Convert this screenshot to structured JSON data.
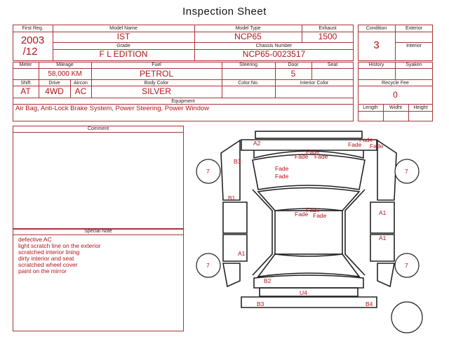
{
  "title": "Inspection Sheet",
  "labels": {
    "first_reg": "First Reg.",
    "model_name": "Model Name",
    "model_type": "Model Type",
    "exhaust": "Exhaust",
    "condition": "Condition",
    "exterior": "Exterior",
    "grade": "Grade",
    "chassis_number": "Chassis Number",
    "interior": "Interior",
    "meter": "Meter",
    "mileage": "Mileage",
    "fuel": "Fuel",
    "steering": "Steering",
    "door": "Door",
    "seat": "Seat",
    "history": "History",
    "syaken": "Syaken",
    "shift": "Shift",
    "drive": "Drive",
    "aircon": "Aircon",
    "body_color": "Body Color",
    "color_no": "Color No.",
    "interior_color": "Interior Color",
    "recycle_fee": "Recycle Fee",
    "equipment": "Equipment",
    "length": "Length",
    "width": "Widht",
    "height": "Height",
    "comment": "Comment",
    "special_note": "Special Note"
  },
  "values": {
    "first_reg_year": "2003",
    "first_reg_month": "/12",
    "model_name": "IST",
    "model_type": "NCP65",
    "exhaust": "1500",
    "condition": "3",
    "grade": "F L EDITION",
    "chassis_number": "NCP65-0023517",
    "mileage": "58,000 KM",
    "fuel": "PETROL",
    "door": "5",
    "shift": "AT",
    "drive": "4WD",
    "aircon": "AC",
    "body_color": "SILVER",
    "recycle_fee": "0",
    "equipment": "Air Bag, Anti-Lock Brake System, Power Steering, Power Window"
  },
  "special_notes": [
    "defective AC",
    "light scratch line on the exterior",
    "scratched interior lining",
    "dirty interior and seat",
    "scratched wheel cover",
    "paint on the mirror"
  ],
  "damage_codes": {
    "front_bumper": "A2",
    "front_right_corner": "Fade",
    "front_right_corner_b": "Fade",
    "hood_1": "Fade",
    "hood_2": "Fade",
    "hood_3": "Fade",
    "left_front_fender": "B3",
    "windshield_1": "Fade",
    "windshield_2": "Fade",
    "left_front_door": "B1",
    "roof_1": "Fade",
    "roof_2": "Fade",
    "roof_3": "Fade",
    "right_front_door": "A1",
    "right_rear_door": "A1",
    "left_rear_quarter": "A1",
    "rear_lower": "B2",
    "trunk": "U4",
    "rear_bumper_left": "B3",
    "rear_bumper_right": "B4",
    "wheel_fl": "7",
    "wheel_fr": "7",
    "wheel_rl": "7",
    "wheel_rr": "7"
  }
}
